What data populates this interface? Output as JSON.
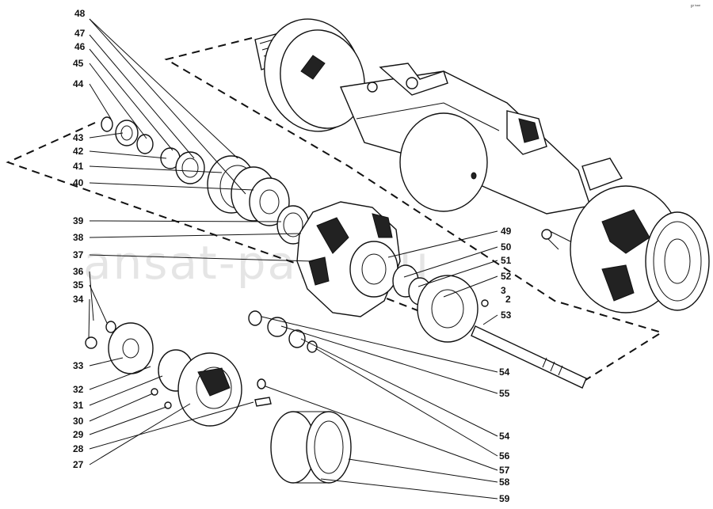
{
  "corner_mark": "pᵗ ᵇᵃᵃᵗ",
  "watermark": "ansat-parts.ru",
  "callouts": {
    "c48": "48",
    "c47": "47",
    "c46": "46",
    "c45": "45",
    "c44": "44",
    "c43": "43",
    "c42": "42",
    "c41": "41",
    "c40": "40",
    "c39": "39",
    "c38": "38",
    "c37": "37",
    "c36": "36",
    "c35": "35",
    "c34": "34",
    "c33": "33",
    "c32": "32",
    "c31": "31",
    "c30": "30",
    "c29": "29",
    "c28": "28",
    "c27": "27",
    "c49": "49",
    "c50": "50",
    "c51": "51",
    "c52": "52",
    "c3": "3",
    "c2": "2",
    "c53": "53",
    "c54a": "54",
    "c55": "55",
    "c54b": "54",
    "c56": "56",
    "c57": "57",
    "c58": "58",
    "c59": "59"
  }
}
